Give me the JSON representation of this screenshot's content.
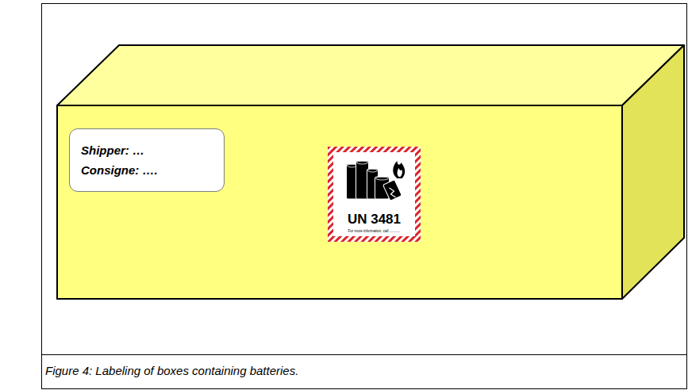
{
  "diagram": {
    "caption": "Figure 4: Labeling of boxes containing batteries.",
    "nodes": [
      {
        "text": [
          "Shipper: …",
          "Consigne: …."
        ]
      },
      {
        "text": [
          "UN 3481",
          "For more information, call ..........."
        ]
      }
    ]
  }
}
